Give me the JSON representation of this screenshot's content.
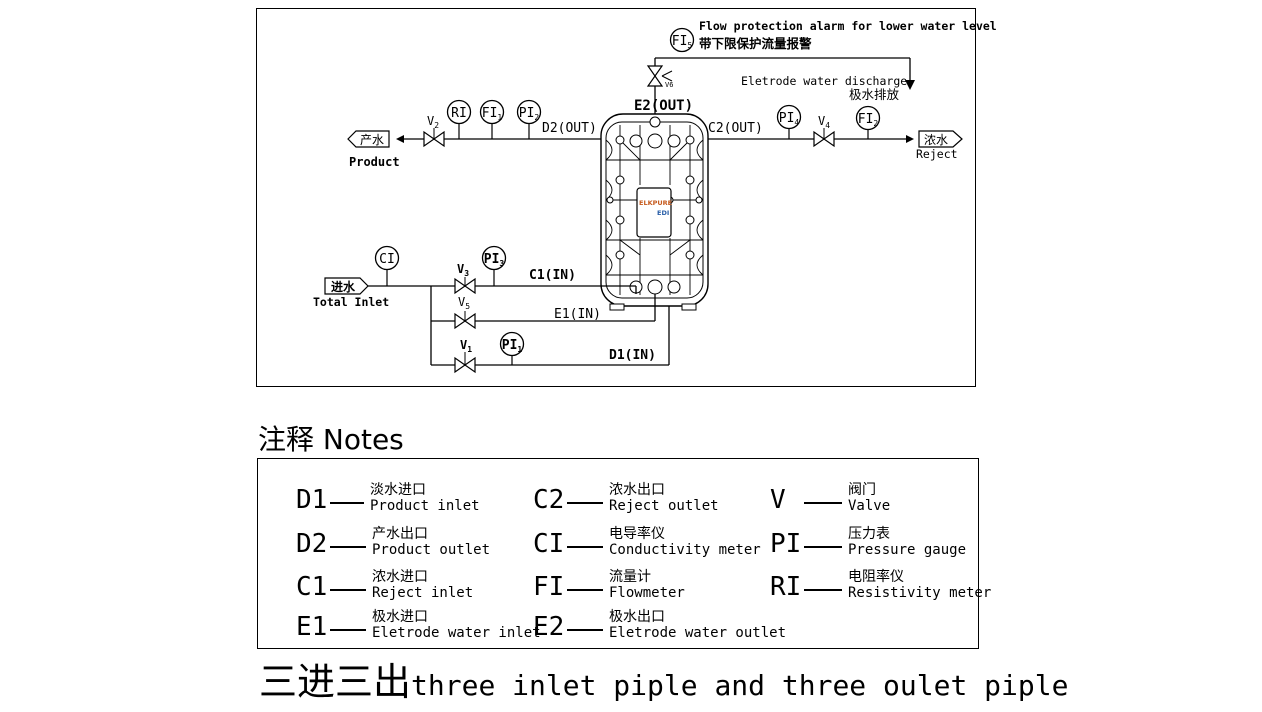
{
  "diagram": {
    "top_alarm_en": "Flow protection alarm for lower water level",
    "top_alarm_zh": "带下限保护流量报警",
    "electrode_discharge_en": "Eletrode water discharge",
    "electrode_discharge_zh": "极水排放",
    "e2_out": "E2(OUT)",
    "d2_out": "D2(OUT)",
    "c2_out": "C2(OUT)",
    "c1_in": "C1(IN)",
    "e1_in": "E1(IN)",
    "d1_in": "D1(IN)",
    "product_zh": "产水",
    "product_en": "Product",
    "reject_zh": "浓水",
    "reject_en": "Reject",
    "inlet_zh": "进水",
    "inlet_en": "Total Inlet",
    "module_brand": "ELKPURE",
    "module_type": "EDI",
    "instruments": {
      "fi5": {
        "main": "FI",
        "sub": "5"
      },
      "ri": {
        "main": "RI",
        "sub": ""
      },
      "fi1": {
        "main": "FI",
        "sub": "1"
      },
      "pi2": {
        "main": "PI",
        "sub": "2"
      },
      "pi4": {
        "main": "PI",
        "sub": "4"
      },
      "fi2": {
        "main": "FI",
        "sub": "2"
      },
      "ci": {
        "main": "CI",
        "sub": ""
      },
      "pi3": {
        "main": "PI",
        "sub": "3"
      },
      "pi1": {
        "main": "PI",
        "sub": "1"
      }
    },
    "valves": {
      "v2": {
        "main": "V",
        "sub": "2"
      },
      "v4": {
        "main": "V",
        "sub": "4"
      },
      "v3": {
        "main": "V",
        "sub": "3"
      },
      "v5": {
        "main": "V",
        "sub": "5"
      },
      "v1": {
        "main": "V",
        "sub": "1"
      },
      "v6": {
        "main": "V",
        "sub": "6"
      }
    }
  },
  "notes": {
    "title": "注释 Notes",
    "items": [
      {
        "code": "D1",
        "zh": "淡水进口",
        "en": "Product inlet"
      },
      {
        "code": "D2",
        "zh": "产水出口",
        "en": "Product outlet"
      },
      {
        "code": "C1",
        "zh": "浓水进口",
        "en": "Reject inlet"
      },
      {
        "code": "E1",
        "zh": "极水进口",
        "en": "Eletrode water inlet"
      },
      {
        "code": "C2",
        "zh": "浓水出口",
        "en": "Reject outlet"
      },
      {
        "code": "CI",
        "zh": "电导率仪",
        "en": "Conductivity meter"
      },
      {
        "code": "FI",
        "zh": "流量计",
        "en": "Flowmeter"
      },
      {
        "code": "E2",
        "zh": "极水出口",
        "en": "Eletrode water outlet"
      },
      {
        "code": "V",
        "zh": "阀门",
        "en": "Valve"
      },
      {
        "code": "PI",
        "zh": "压力表",
        "en": "Pressure gauge"
      },
      {
        "code": "RI",
        "zh": "电阻率仪",
        "en": "Resistivity meter"
      }
    ]
  },
  "footer": {
    "zh": "三进三出",
    "en": "three inlet piple and three oulet piple"
  }
}
